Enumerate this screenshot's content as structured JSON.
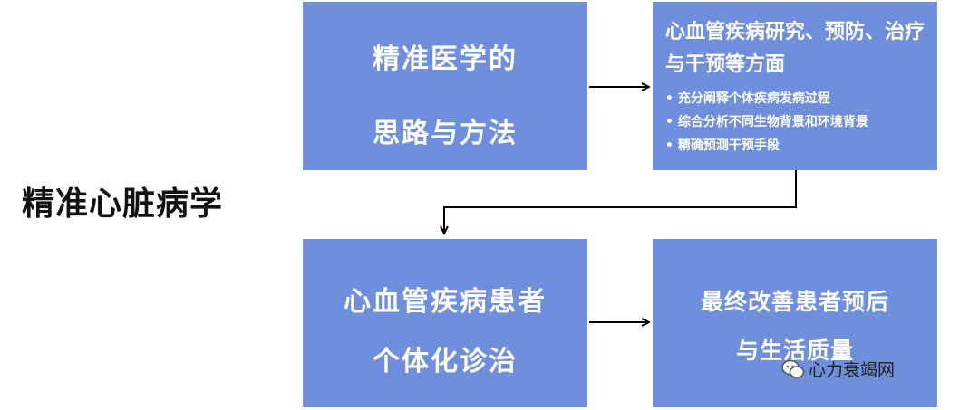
{
  "title": "精准心脏病学",
  "boxes": {
    "top_left": {
      "line1": "精准医学的",
      "line2": "思路与方法"
    },
    "top_right": {
      "heading": "心血管疾病研究、预防、治疗与干预等方面",
      "bullets": [
        "充分阐释个体疾病发病过程",
        "综合分析不同生物背景和环境背景",
        "精确预测干预手段"
      ]
    },
    "bottom_left": {
      "line1": "心血管疾病患者",
      "line2": "个体化诊治"
    },
    "bottom_right": {
      "line1": "最终改善患者预后",
      "line2": "与生活质量"
    }
  },
  "watermark": {
    "text": "心力衰竭网",
    "icon": "wechat-icon"
  },
  "colors": {
    "box_fill": "#6f8fdc",
    "text_on_box": "#ffffff",
    "arrow": "#000000"
  }
}
